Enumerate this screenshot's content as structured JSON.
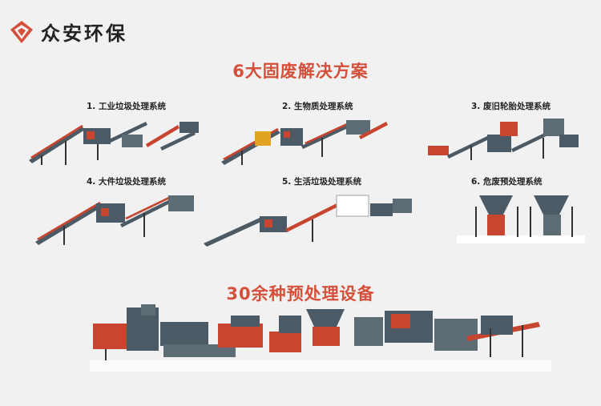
{
  "brand": {
    "name": "众安环保",
    "logo_icon": "diamond-logo-icon",
    "accent": "#d4503a"
  },
  "solutions": {
    "title": "6大固废解决方案",
    "systems": [
      {
        "label": "1. 工业垃圾处理系统"
      },
      {
        "label": "2. 生物质处理系统"
      },
      {
        "label": "3. 废旧轮胎处理系统"
      },
      {
        "label": "4. 大件垃圾处理系统"
      },
      {
        "label": "5. 生活垃圾处理系统"
      },
      {
        "label": "6. 危废预处理系统"
      }
    ]
  },
  "equipment": {
    "title": "30余种预处理设备"
  },
  "colors": {
    "machine_gray": "#4b5a64",
    "machine_red": "#c8452f",
    "background": "#f1f1f1"
  }
}
